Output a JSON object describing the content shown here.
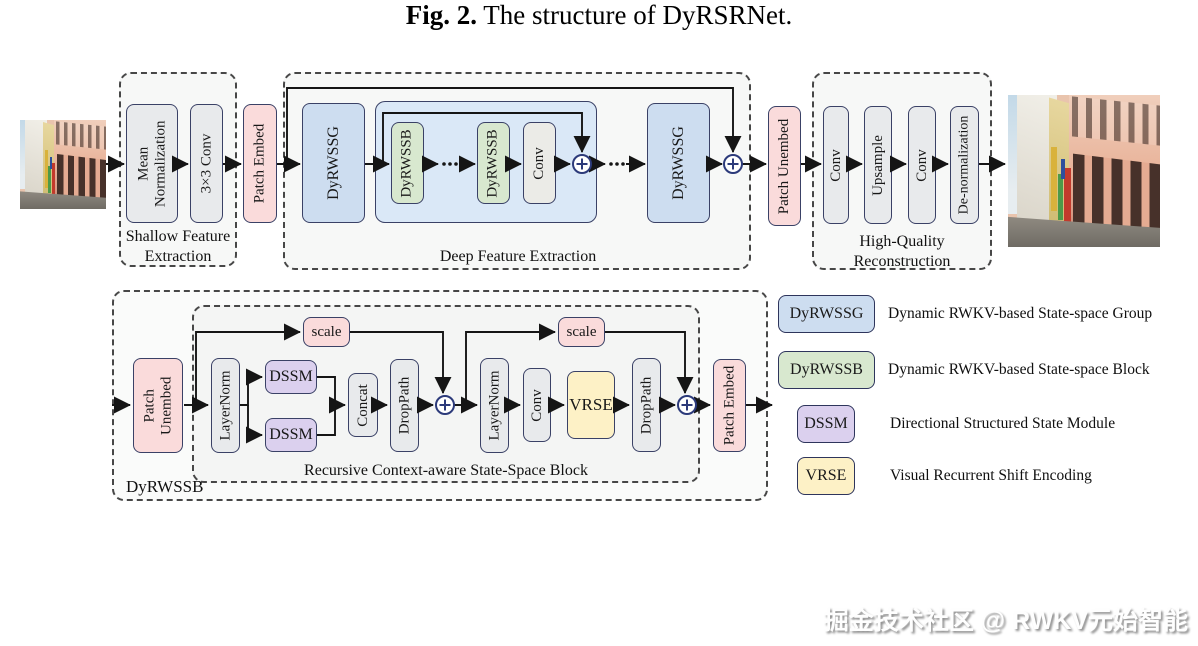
{
  "colors": {
    "group_blue": "#cdddf0",
    "block_green": "#d8e8cf",
    "module_purple": "#dbd0ee",
    "encode_yellow": "#fdf1c6",
    "embed_pink": "#fadbdb",
    "op_gray": "#e8eaec",
    "wire_black": "#151515",
    "sum_indigo": "#2c3a7a"
  },
  "blocks": {
    "mean_norm": "Mean Normalization",
    "conv3x3": "3×3 Conv",
    "patch_embed": "Patch Embed",
    "patch_unembed": "Patch Unembed",
    "dyrwssg": "DyRWSSG",
    "dyrwssb": "DyRWSSB",
    "conv": "Conv",
    "upsample": "Upsample",
    "denorm": "De-normalization",
    "layernorm": "LayerNorm",
    "dssm": "DSSM",
    "concat": "Concat",
    "droppath": "DropPath",
    "vrse": "VRSE",
    "scale": "scale",
    "dots": "···"
  },
  "groups": {
    "shallow": "Shallow Feature\nExtraction",
    "deep": "Deep Feature Extraction",
    "hq": "High-Quality\nReconstruction",
    "rcssb": "Recursive Context-aware State-Space Block",
    "dyrwssb_outer": "DyRWSSB"
  },
  "legend": {
    "items": [
      {
        "tag": "DyRWSSG",
        "desc": "Dynamic RWKV-based State-space Group"
      },
      {
        "tag": "DyRWSSB",
        "desc": "Dynamic RWKV-based State-space Block"
      },
      {
        "tag": "DSSM",
        "desc": "Directional Structured State Module"
      },
      {
        "tag": "VRSE",
        "desc": "Visual Recurrent Shift Encoding"
      }
    ]
  },
  "caption": {
    "prefix": "Fig. 2.",
    "text": " The structure of DyRSRNet."
  },
  "watermark": "掘金技术社区 @ RWKV元始智能"
}
